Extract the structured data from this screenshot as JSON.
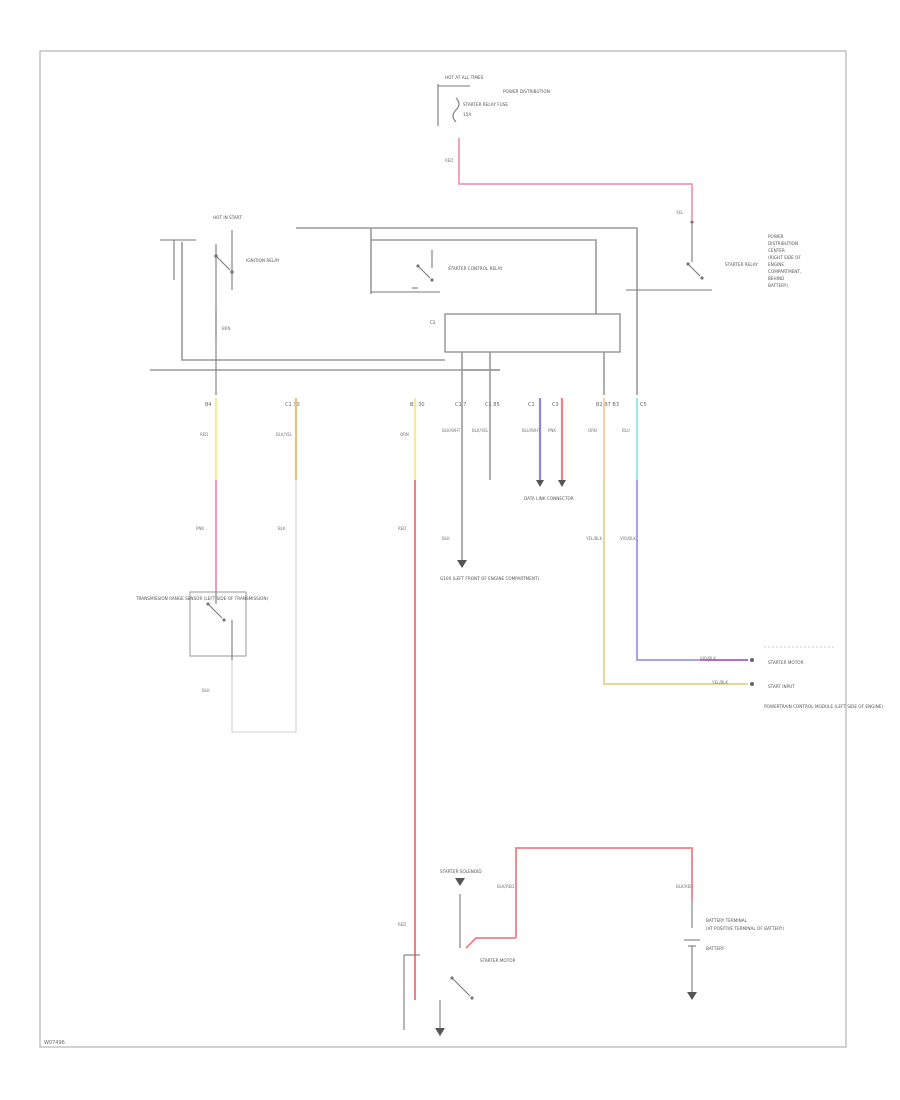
{
  "diagram": {
    "footer_code": "W07496",
    "labels": {
      "hot_top": "HOT AT ALL TIMES",
      "fuse_top": "POWER DISTRIBUTION",
      "fuse_top_sub": "STARTER RELAY FUSE",
      "fuse_top_amp": "15A",
      "hot_ign": "HOT IN START",
      "ign_relay": "IGNITION RELAY",
      "starter_relay_1": "STARTER CONTROL RELAY",
      "starter_relay_2": "STARTER RELAY",
      "pdc": "POWER DISTRIBUTION CENTER (RIGHT SIDE OF ENGINE COMPARTMENT, BEHIND BATTERY)",
      "tcm_sw": "TRANSMISSION RANGE SENSOR (LEFT SIDE OF TRANSMISSION)",
      "ground_g": "G100 (LEFT FRONT OF ENGINE COMPARTMENT)",
      "data_link": "DATA LINK CONNECTOR",
      "module_top": "STARTER MOTOR",
      "module_bot": "START INPUT",
      "module_sub": "POWERTRAIN CONTROL MODULE (LEFT SIDE OF ENGINE)",
      "starter": "STARTER MOTOR",
      "battery": "BATTERY TERMINAL",
      "battery_sub": "(AT POSITIVE TERMINAL OF BATTERY)",
      "battery_gnd": "BATTERY",
      "solenoid": "STARTER SOLENOID"
    },
    "wire_labels": {
      "w1": "RED",
      "w2": "YEL",
      "w3": "BRN",
      "w4": "RED",
      "w5": "BLK/WHT",
      "w6": "BLK/YEL",
      "w7": "BLU/WHT",
      "w8": "PNK",
      "w9": "ORN",
      "w10": "BLU",
      "w11": "PNK",
      "w12": "BLK",
      "w13": "RED",
      "w14": "BLK/RED",
      "w15": "VIO/BLK",
      "w16": "YEL/BLK"
    },
    "colors": {
      "pink": "#f09ab5",
      "red": "#f27f86",
      "yellow": "#f4ec9b",
      "tan": "#e0c57e",
      "blue": "#8a86e8",
      "violet": "#b070d0",
      "cyan": "#a0e8ea",
      "peach": "#f6d2b0",
      "gray": "#9a9a9a"
    }
  }
}
